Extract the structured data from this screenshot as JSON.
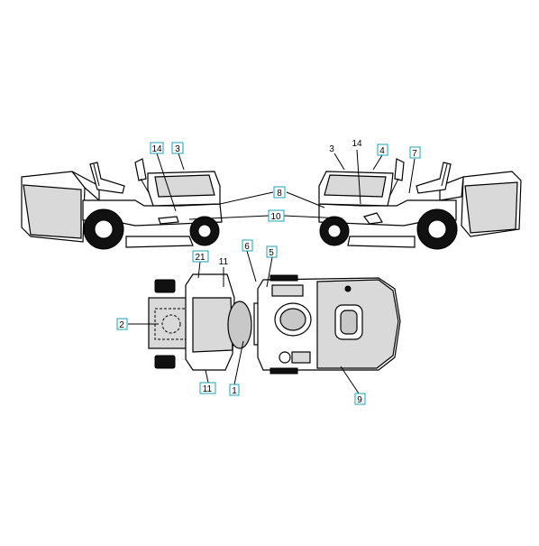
{
  "callouts": {
    "l14": "14",
    "l3": "3",
    "r3": "3",
    "r14": "14",
    "r4": "4",
    "r7": "7",
    "c8": "8",
    "c10": "10",
    "c21": "21",
    "c11top": "11",
    "c6": "6",
    "c5": "5",
    "c2": "2",
    "c11bot": "11",
    "c1": "1",
    "c9": "9"
  },
  "colors": {
    "callout_box": "#1aa3b8",
    "label_fill": "#d9d9d9"
  }
}
